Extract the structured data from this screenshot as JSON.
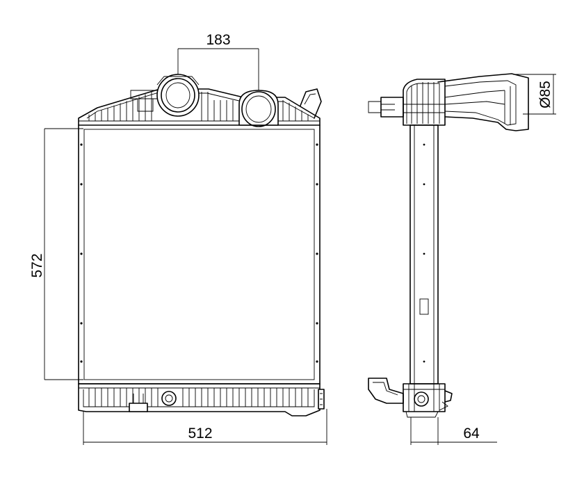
{
  "dimensions": {
    "pipe_spacing": "183",
    "core_height": "572",
    "overall_width": "512",
    "side_depth": "64",
    "pipe_diameter": "Ø85"
  },
  "colors": {
    "line": "#000000",
    "background": "#ffffff"
  }
}
